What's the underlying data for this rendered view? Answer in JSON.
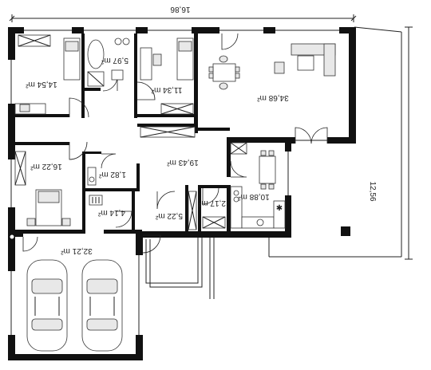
{
  "dimensions": {
    "width_total": "16,86",
    "depth_total": "12,56"
  },
  "rooms": {
    "bedroom_top_left": "14,54 m²",
    "bathroom": "5,97 m²",
    "bedroom_top_middle": "11,34 m²",
    "living_room": "34,68 m²",
    "bedroom_left": "16,22 m²",
    "toilet": "1,82 m²",
    "hall": "19,43 m²",
    "boiler_room": "4,14 m²",
    "wardrobe": "5,22 m²",
    "pantry": "2,17 m²",
    "kitchen": "10,88 m²",
    "garage": "32,21 m²"
  },
  "colors": {
    "wall": "#111111",
    "furniture_fill": "#e8e8e8",
    "line": "#222222"
  }
}
